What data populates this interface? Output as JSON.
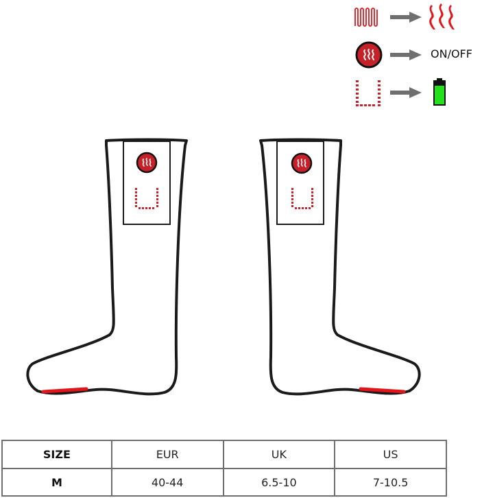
{
  "legend": {
    "items": [
      {
        "icon": "heating-element-icon",
        "result_icon": "heat-waves-icon",
        "label": ""
      },
      {
        "icon": "power-button-icon",
        "result_icon": "",
        "label": "ON/OFF"
      },
      {
        "icon": "battery-pocket-icon",
        "result_icon": "battery-icon",
        "label": ""
      }
    ]
  },
  "colors": {
    "accent_red": "#e0161b",
    "button_red": "#c62028",
    "outline": "#1a1a1a",
    "arrow_gray": "#6f6f6f",
    "battery_green": "#22e01c",
    "table_border": "#6e6e6e"
  },
  "socks": [
    {
      "side": "left",
      "button_icon": "power-button-icon",
      "pocket_icon": "battery-pocket-icon",
      "heating_zone": "toe"
    },
    {
      "side": "right",
      "button_icon": "power-button-icon",
      "pocket_icon": "battery-pocket-icon",
      "heating_zone": "toe"
    }
  ],
  "size_table": {
    "headers": [
      "SIZE",
      "EUR",
      "UK",
      "US"
    ],
    "rows": [
      [
        "M",
        "40-44",
        "6.5-10",
        "7-10.5"
      ]
    ]
  }
}
